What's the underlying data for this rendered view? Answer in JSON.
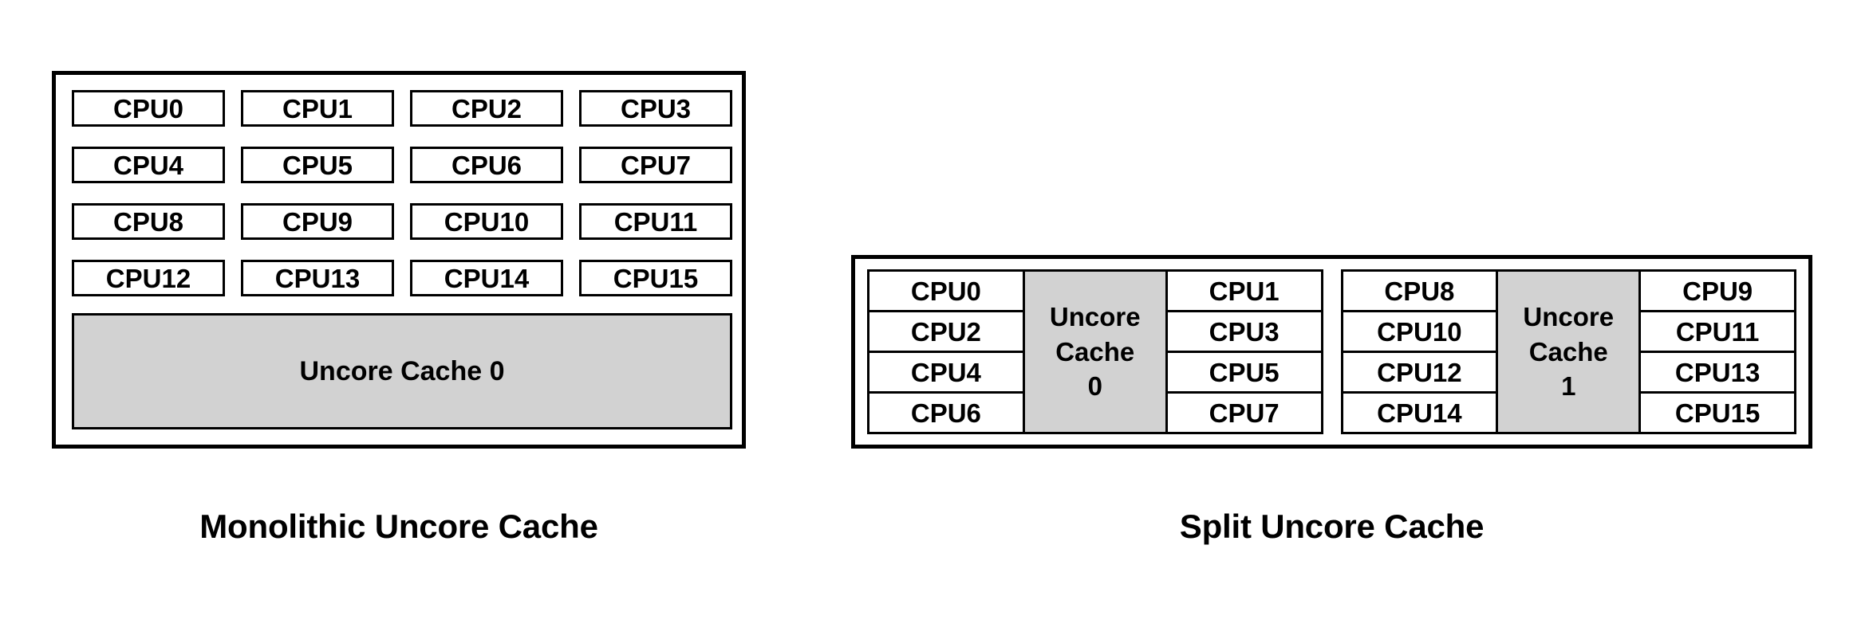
{
  "figure": {
    "colors": {
      "cache_fill": "#d2d2d2",
      "box_fill": "#ffffff",
      "stroke": "#000000",
      "background": "#ffffff"
    },
    "panels": [
      {
        "id": "monolithic",
        "caption": "Monolithic Uncore Cache",
        "cpu_rows": [
          [
            "CPU0",
            "CPU1",
            "CPU2",
            "CPU3"
          ],
          [
            "CPU4",
            "CPU5",
            "CPU6",
            "CPU7"
          ],
          [
            "CPU8",
            "CPU9",
            "CPU10",
            "CPU11"
          ],
          [
            "CPU12",
            "CPU13",
            "CPU14",
            "CPU15"
          ]
        ],
        "cache_label": "Uncore Cache 0"
      },
      {
        "id": "split",
        "caption": "Split Uncore Cache",
        "clusters": [
          {
            "left_cpus": [
              "CPU0",
              "CPU2",
              "CPU4",
              "CPU6"
            ],
            "cache_lines": [
              "Uncore",
              "Cache",
              "0"
            ],
            "right_cpus": [
              "CPU1",
              "CPU3",
              "CPU5",
              "CPU7"
            ]
          },
          {
            "left_cpus": [
              "CPU8",
              "CPU10",
              "CPU12",
              "CPU14"
            ],
            "cache_lines": [
              "Uncore",
              "Cache",
              "1"
            ],
            "right_cpus": [
              "CPU9",
              "CPU11",
              "CPU13",
              "CPU15"
            ]
          }
        ]
      }
    ]
  }
}
